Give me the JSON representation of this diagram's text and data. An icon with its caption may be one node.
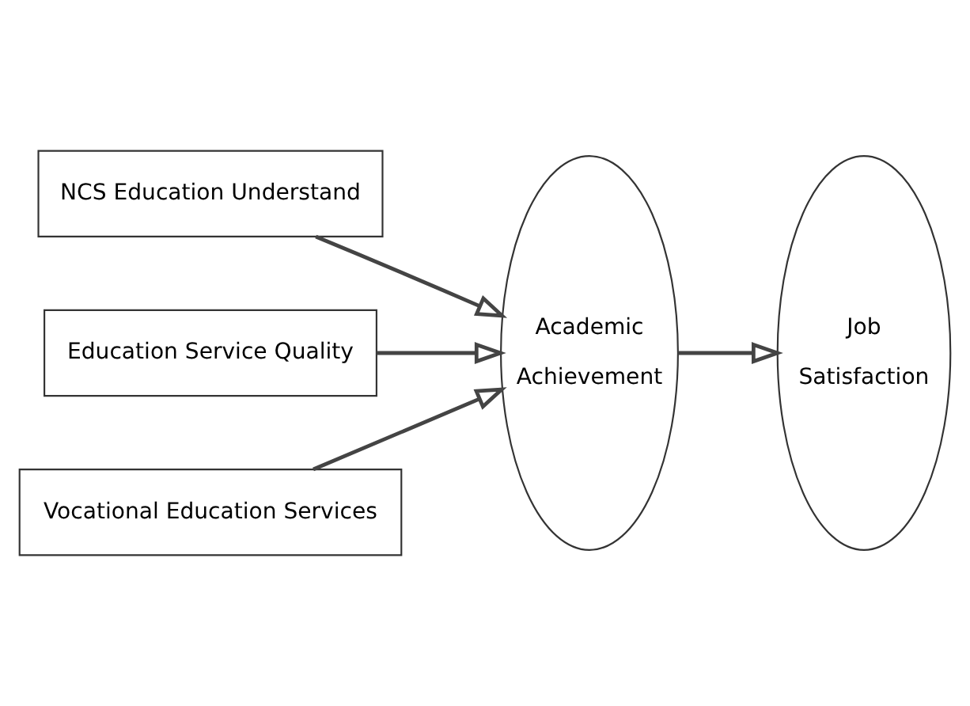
{
  "diagram": {
    "nodes": [
      {
        "text": [
          "NCS Education Understand"
        ]
      },
      {
        "text": [
          "Education Service Quality"
        ]
      },
      {
        "text": [
          "Vocational Education Services"
        ]
      },
      {
        "text": [
          "Academic Achievement"
        ]
      },
      {
        "text": [
          "Job Satisfaction"
        ]
      }
    ],
    "edges": [
      {
        "from": 0,
        "to": 3,
        "arrow": "to"
      },
      {
        "from": 1,
        "to": 3,
        "arrow": "to"
      },
      {
        "from": 2,
        "to": 3,
        "arrow": "to"
      },
      {
        "from": 3,
        "to": 4,
        "arrow": "to"
      }
    ]
  }
}
